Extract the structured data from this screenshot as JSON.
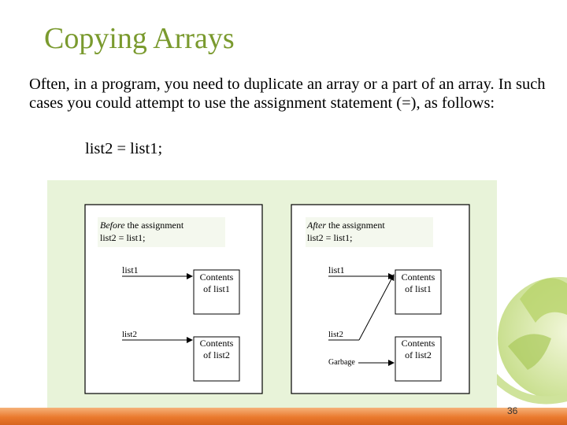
{
  "slide": {
    "title": "Copying Arrays",
    "paragraph": "Often, in a program, you need to duplicate an array or a part of an array. In such cases you could attempt to use the assignment statement (=), as follows:",
    "code": "list2 = list1;",
    "page_number": "36"
  },
  "figure": {
    "before": {
      "caption_italic": "Before",
      "caption_rest": " the assignment",
      "statement": "list2 = list1;",
      "ref1": "list1",
      "ref2": "list2",
      "box1_line1": "Contents",
      "box1_line2": "of list1",
      "box2_line1": "Contents",
      "box2_line2": "of list2"
    },
    "after": {
      "caption_italic": "After",
      "caption_rest": " the assignment",
      "statement": "list2 = list1;",
      "ref1": "list1",
      "ref2": "list2",
      "garbage": "Garbage",
      "box1_line1": "Contents",
      "box1_line2": "of list1",
      "box2_line1": "Contents",
      "box2_line2": "of list2"
    }
  },
  "colors": {
    "title": "#7a9a2e",
    "figure_bg": "#e8f3d9",
    "footer": "#ea7a2e"
  }
}
